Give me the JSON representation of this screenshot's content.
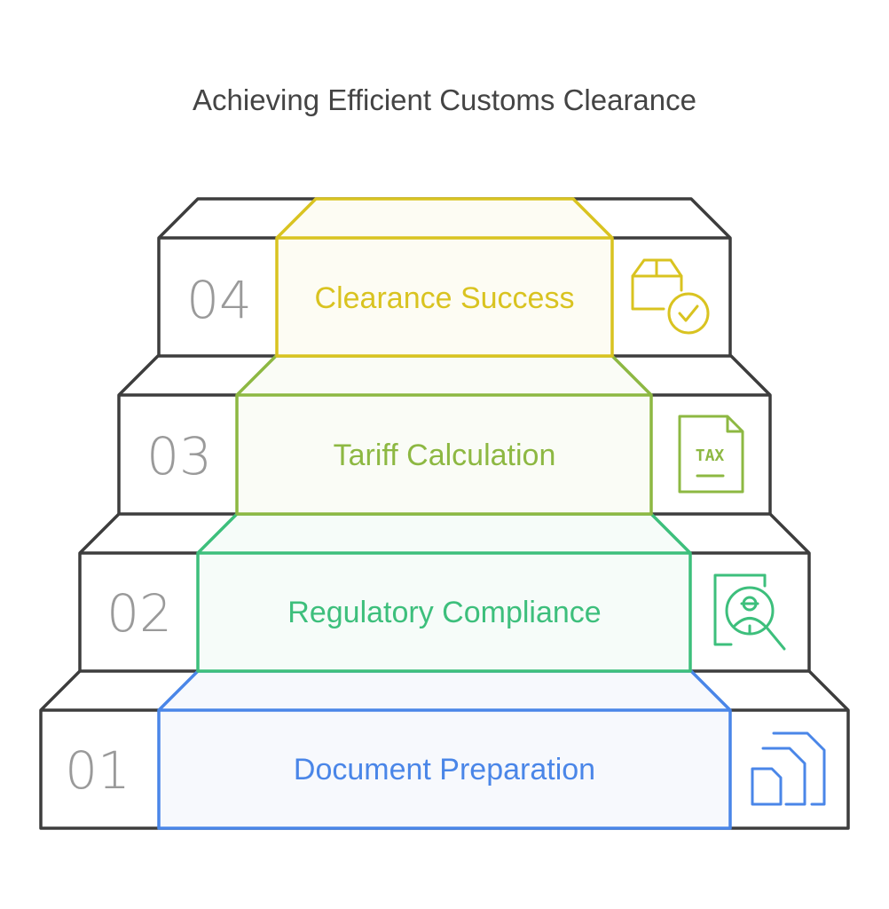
{
  "title": "Achieving Efficient Customs Clearance",
  "steps": [
    {
      "number": "01",
      "label": "Document Preparation",
      "icon": "documents-icon",
      "color": "#4a86e8"
    },
    {
      "number": "02",
      "label": "Regulatory Compliance",
      "icon": "person-search-icon",
      "color": "#3dbf7c"
    },
    {
      "number": "03",
      "label": "Tariff Calculation",
      "icon": "tax-document-icon",
      "color": "#8db842"
    },
    {
      "number": "04",
      "label": "Clearance Success",
      "icon": "package-check-icon",
      "color": "#d9c320"
    }
  ],
  "tax_text": "TAX"
}
